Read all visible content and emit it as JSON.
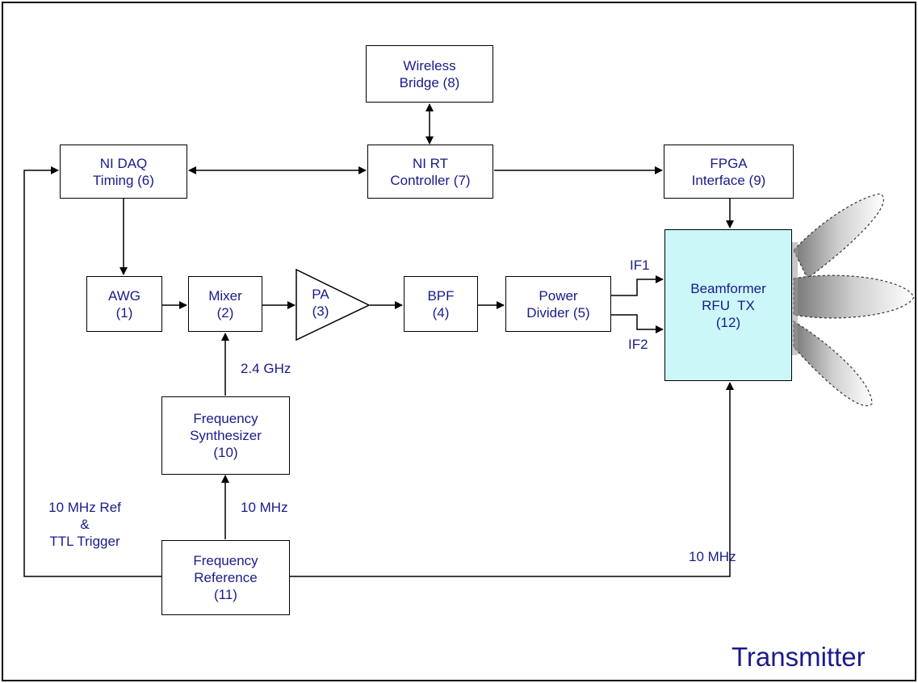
{
  "blocks": {
    "wireless_bridge": {
      "line1": "Wireless",
      "line2": "Bridge (8)"
    },
    "ni_daq": {
      "line1": "NI DAQ",
      "line2": "Timing (6)"
    },
    "ni_rt": {
      "line1": "NI RT",
      "line2": "Controller (7)"
    },
    "fpga": {
      "line1": "FPGA",
      "line2": "Interface (9)"
    },
    "awg": {
      "line1": "AWG",
      "line2": "(1)"
    },
    "mixer": {
      "line1": "Mixer",
      "line2": "(2)"
    },
    "pa": {
      "line1": "PA",
      "line2": "(3)"
    },
    "bpf": {
      "line1": "BPF",
      "line2": "(4)"
    },
    "power_divider": {
      "line1": "Power",
      "line2": "Divider (5)"
    },
    "beamformer": {
      "line1": "Beamformer",
      "line2": "RFU  TX",
      "line3": "(12)"
    },
    "freq_synth": {
      "line1": "Frequency",
      "line2": "Synthesizer",
      "line3": "(10)"
    },
    "freq_ref": {
      "line1": "Frequency",
      "line2": "Reference",
      "line3": "(11)"
    }
  },
  "labels": {
    "if1": "IF1",
    "if2": "IF2",
    "ghz": "2.4 GHz",
    "mhz_synth": "10 MHz",
    "mhz_beam": "10 MHz",
    "ref_line1": "10 MHz Ref",
    "ref_line2": "&",
    "ref_line3": "TTL Trigger"
  },
  "title": "Transmitter",
  "colors": {
    "text": "#1a1a8c",
    "beamformer_fill": "#ccf7f8",
    "border": "#000000"
  }
}
